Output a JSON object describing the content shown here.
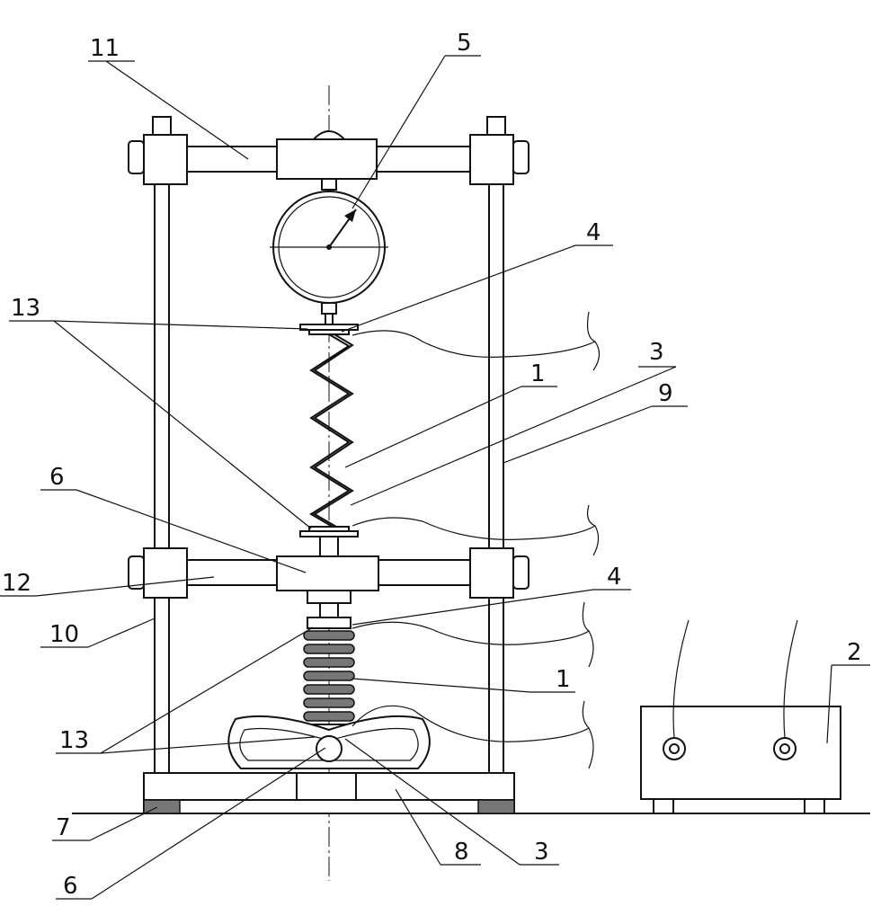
{
  "labels": {
    "l1_upper": "1",
    "l1_lower": "1",
    "l2": "2",
    "l3_upper": "3",
    "l3_lower": "3",
    "l4_upper": "4",
    "l4_lower": "4",
    "l5": "5",
    "l6_upper": "6",
    "l6_lower": "6",
    "l7": "7",
    "l8": "8",
    "l9": "9",
    "l10": "10",
    "l11": "11",
    "l12": "12",
    "l13_upper": "13",
    "l13_lower": "13"
  }
}
